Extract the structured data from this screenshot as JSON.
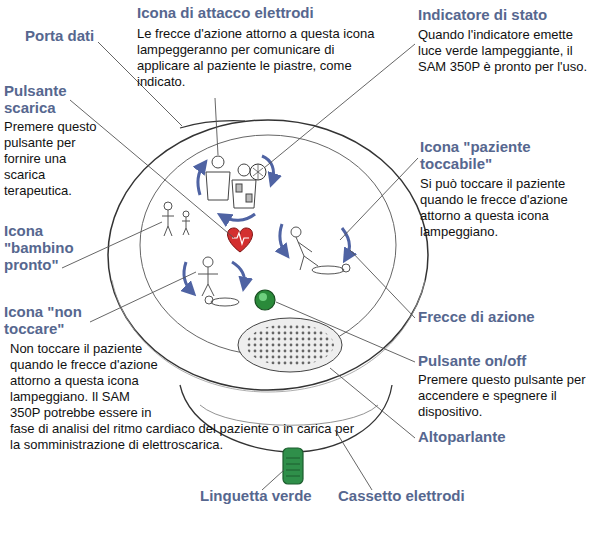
{
  "diagram": {
    "labels": [
      "Icona di attacco elettrodi",
      "Le frecce d'azione attorno a questa icona lampeggeranno per comunicare di applicare al paziente le piastre, come indicato.",
      "Indicatore di stato",
      "Quando l'indicatore emette luce verde lampeggiante, il SAM 350P è pronto per l'uso.",
      "Porta dati",
      "Pulsante scarica",
      "Premere questo pulsante per fornire una scarica terapeutica.",
      "Icona \"paziente toccabile\"",
      "Si può toccare il paziente quando le frecce d'azione attorno a questa icona lampeggiano.",
      "Icona \"bambino pronto\"",
      "Icona \"non toccare\"",
      "Non toccare il paziente quando le frecce d'azione attorno a questa icona lampeggiano. Il SAM 350P potrebbe essere in fase di analisi del ritmo cardiaco del paziente o in carica per la somministrazione di elettroscarica.",
      "Frecce di azione",
      "Pulsante on/off",
      "Premere questo pulsante per accendere e spegnere il dispositivo.",
      "Altoparlante",
      "Linguetta verde",
      "Cassetto elettrodi"
    ]
  }
}
